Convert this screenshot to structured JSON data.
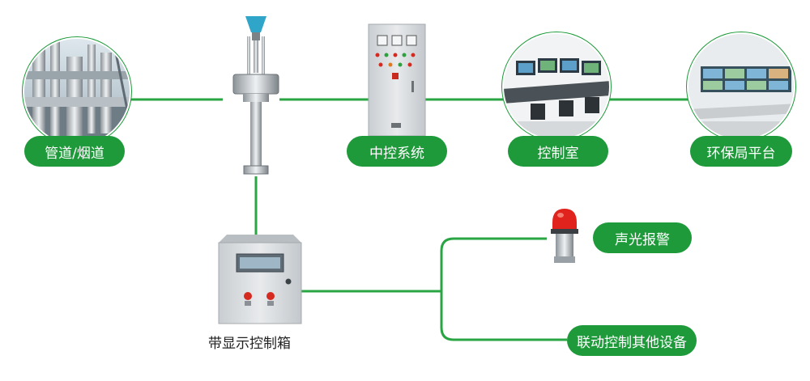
{
  "colors": {
    "accent": "#1e9a3a",
    "line": "#2aa544",
    "cabinet": "#d9dde0",
    "alarm_red": "#e0231c"
  },
  "nodes": {
    "pipe": {
      "label": "管道/烟道",
      "icon": "pipe-photo"
    },
    "central": {
      "label": "中控系统",
      "icon": "control-cabinet"
    },
    "control_room": {
      "label": "控制室",
      "icon": "control-room-photo"
    },
    "epb": {
      "label": "环保局平台",
      "icon": "monitoring-hall-photo"
    },
    "display_box": {
      "label": "带显示控制箱",
      "icon": "display-control-box"
    },
    "alarm": {
      "label": "声光报警",
      "icon": "alarm-light"
    },
    "linkage": {
      "label": "联动控制其他设备"
    }
  },
  "sensor": {
    "icon": "flow-meter-sensor"
  }
}
